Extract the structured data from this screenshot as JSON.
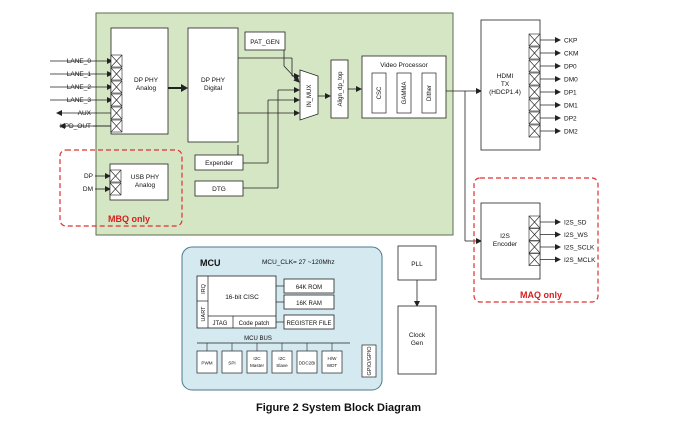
{
  "caption": "Figure 2 System Block Diagram",
  "inputs_dp": [
    "LANE_0",
    "LANE_1",
    "LANE_2",
    "LANE_3",
    "AUX",
    "HPD_OUT"
  ],
  "inputs_usb": [
    "DP",
    "DM"
  ],
  "blocks": {
    "dp_phy_analog": [
      "DP PHY",
      "Analog"
    ],
    "dp_phy_digital": [
      "DP PHY",
      "Digital"
    ],
    "pat_gen": "PAT_GEN",
    "in_mux": "IN_MUX",
    "align": "Align_dp_top",
    "video_processor": "Video Processor",
    "csc": "CSC",
    "gamma": "GAMMA",
    "dither": "Dither",
    "expender": "Expender",
    "dtg": "DTG",
    "usb_phy_analog": [
      "USB PHY",
      "Analog"
    ],
    "hdmi_tx": [
      "HDMI",
      "TX",
      "(HDCP1.4)"
    ],
    "i2s_encoder": [
      "I2S",
      "Encoder"
    ],
    "pll": "PLL",
    "clock_gen": [
      "Clock",
      "Gen"
    ],
    "gpio": "GPIO/GPIO"
  },
  "labels": {
    "mbq_only": "MBQ only",
    "maq_only": "MAQ only"
  },
  "hdmi_outputs": [
    "CKP",
    "CKM",
    "DP0",
    "DM0",
    "DP1",
    "DM1",
    "DP2",
    "DM2"
  ],
  "i2s_outputs": [
    "I2S_SD",
    "I2S_WS",
    "I2S_SCLK",
    "I2S_MCLK"
  ],
  "mcu": {
    "title": "MCU",
    "clock": "MCU_CLK= 27 ~120Mhz",
    "irq": "IRQ",
    "uart": "UART",
    "cpu": "16-bit CISC",
    "jtag": "JTAG",
    "code_patch": "Code patch",
    "rom": "64K ROM",
    "ram": "16K RAM",
    "register_file": "REGISTER FILE",
    "bus": "MCU BUS",
    "peripherals": [
      [
        "PWM"
      ],
      [
        "SPI"
      ],
      [
        "I2C",
        "Master"
      ],
      [
        "I2C",
        "Slave"
      ],
      [
        "DDC2Bi"
      ],
      [
        "H/W",
        "WDT"
      ]
    ]
  },
  "colors": {
    "panel_green": "#d5e6c4",
    "panel_border": "#5d6e4c",
    "mcu_fill": "#d4e9f0",
    "mcu_border": "#4a7a8c",
    "dashed_red": "#e03030",
    "label_red": "#d81e1e"
  }
}
